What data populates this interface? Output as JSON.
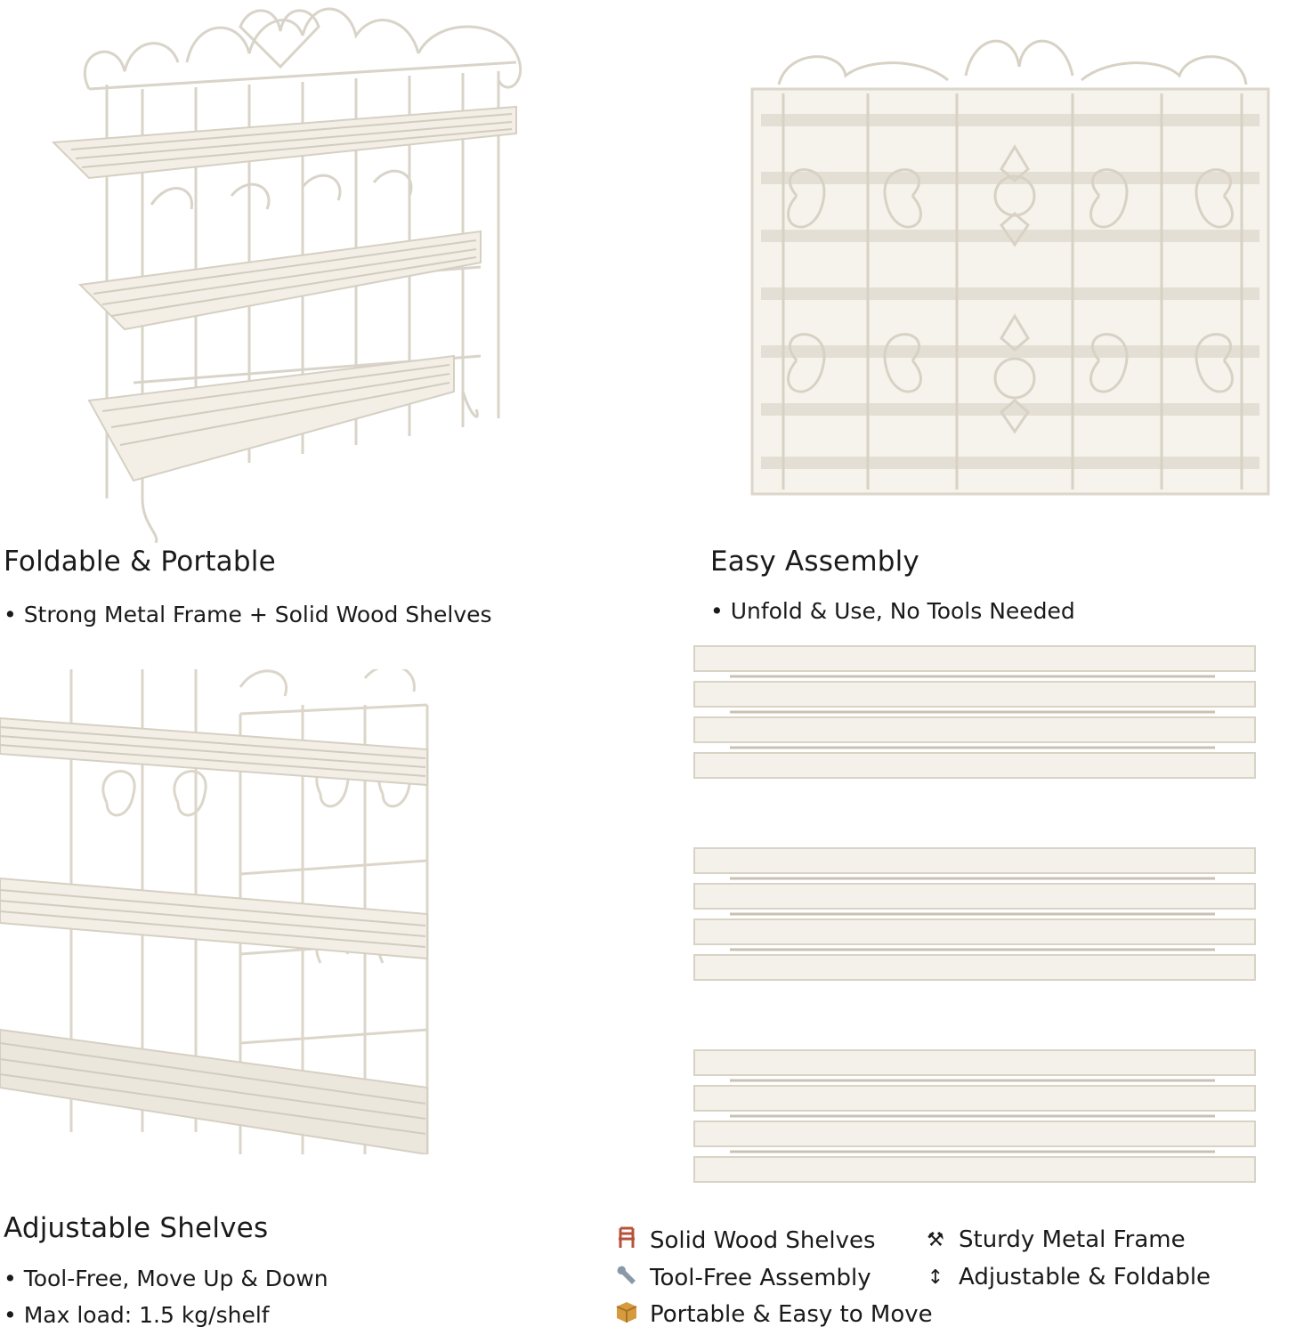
{
  "panels": {
    "foldable": {
      "heading": "Foldable & Portable",
      "bullets": [
        "• Strong Metal Frame + Solid Wood Shelves"
      ]
    },
    "assembly": {
      "heading": "Easy Assembly",
      "bullets": [
        "• Unfold & Use, No Tools Needed"
      ]
    },
    "adjustable": {
      "heading": "Adjustable Shelves",
      "bullets": [
        "• Tool-Free, Move Up & Down",
        "• Max load: 1.5 kg/shelf"
      ]
    }
  },
  "features": [
    {
      "icon": "chair-icon",
      "label": "Solid Wood Shelves"
    },
    {
      "icon": "tools-icon",
      "label": "Sturdy Metal Frame"
    },
    {
      "icon": "wrench-icon",
      "label": "Tool-Free Assembly"
    },
    {
      "icon": "up-down-arrow-icon",
      "label": "Adjustable & Foldable"
    },
    {
      "icon": "package-icon",
      "label": "Portable & Easy to Move"
    }
  ],
  "colors": {
    "background": "#ffffff",
    "frame": "#ede9e1",
    "wood": "#f3efe6",
    "shadow": "#cfc9bd",
    "text": "#1a1a1a",
    "chair": "#b5533a",
    "package": "#d69a3f",
    "wrench": "#8a99a8"
  }
}
